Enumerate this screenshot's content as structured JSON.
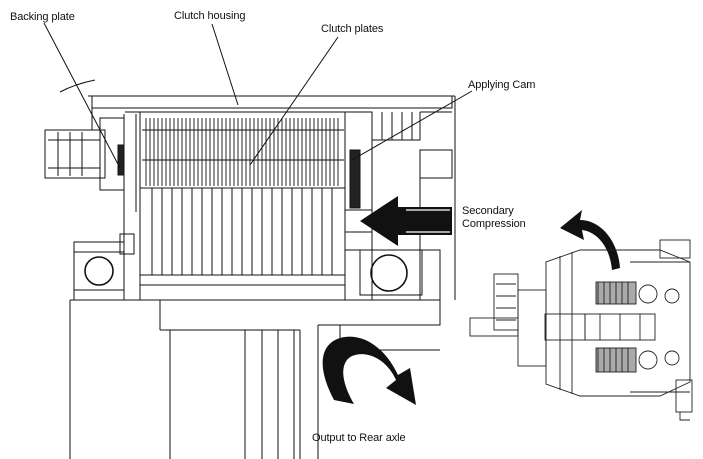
{
  "labels": {
    "backing_plate": "Backing plate",
    "clutch_housing": "Clutch housing",
    "clutch_plates": "Clutch plates",
    "applying_cam": "Applying Cam",
    "secondary_line1": "Secondary",
    "secondary_line2": "Compression",
    "output": "Output to Rear axle"
  },
  "colors": {
    "ink": "#111111",
    "background": "#ffffff"
  }
}
